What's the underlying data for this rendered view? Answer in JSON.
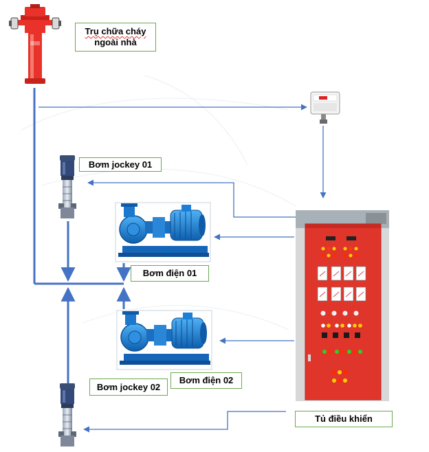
{
  "labels": {
    "hydrant_line1": "Trụ chữa cháy",
    "hydrant_line2": "ngoài nhà",
    "jockey1": "Bơm jockey 01",
    "electric1": "Bơm điện 01",
    "electric2": "Bơm điện 02",
    "jockey2": "Bơm jockey 02",
    "control": "Tủ điều khiển"
  },
  "colors": {
    "line": "#4472c4",
    "label_border": "#6aa84f",
    "hydrant_red": "#e8322a",
    "pump_blue": "#1c7fd6",
    "panel_red": "#e0352b",
    "jockey_pump": "#5a6c8a"
  },
  "icons": [
    "fire-hydrant-icon",
    "pressure-switch-icon",
    "jockey-pump-icon",
    "centrifugal-pump-icon",
    "control-panel-icon"
  ]
}
